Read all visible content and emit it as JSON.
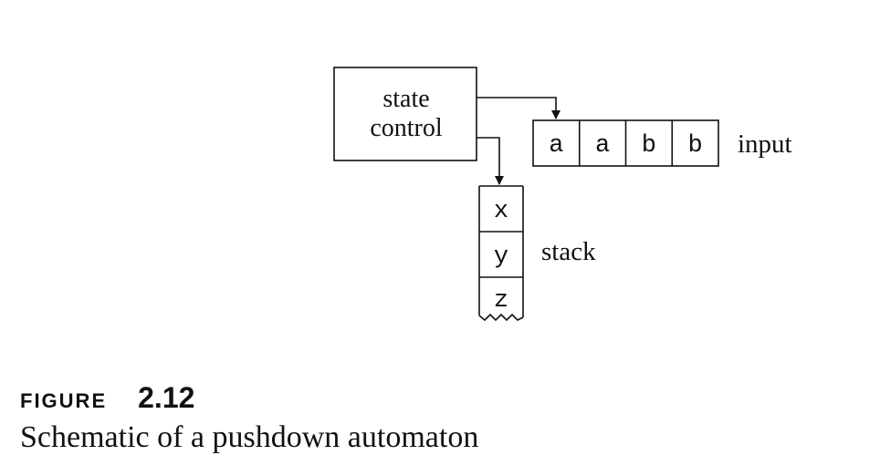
{
  "diagram": {
    "state_control": {
      "line1": "state",
      "line2": "control"
    },
    "input": {
      "cells": [
        "a",
        "a",
        "b",
        "b"
      ],
      "label": "input"
    },
    "stack": {
      "cells": [
        "x",
        "y",
        "z"
      ],
      "label": "stack"
    }
  },
  "caption": {
    "figure_word": "FIGURE",
    "figure_number": "2.12",
    "title": "Schematic of a pushdown automaton"
  }
}
